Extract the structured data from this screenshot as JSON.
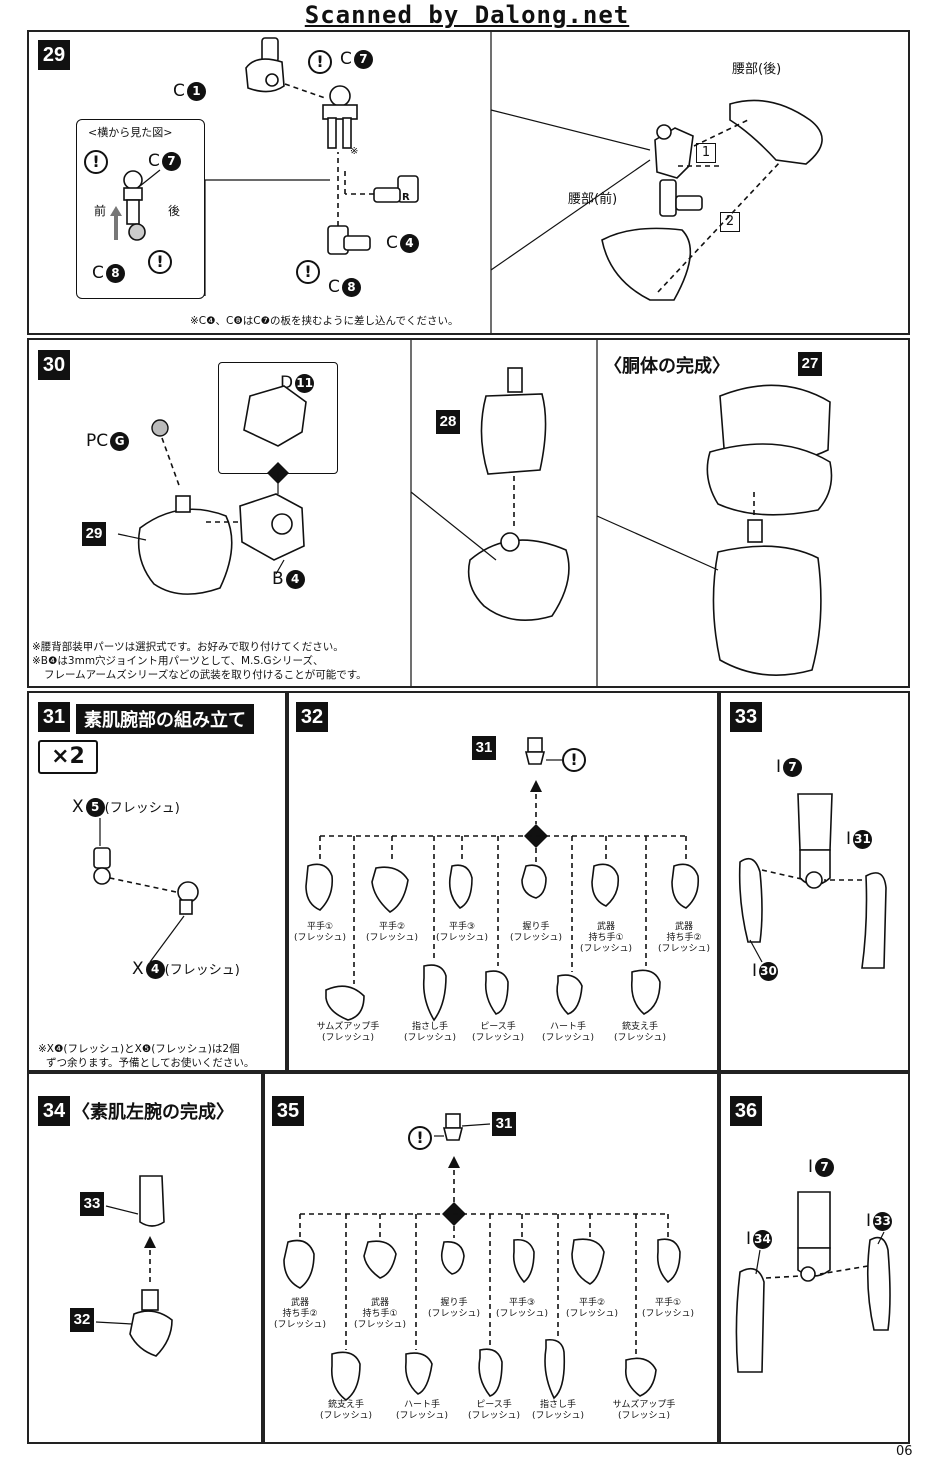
{
  "header": {
    "scan_credit": "Scanned by Dalong.net"
  },
  "page_number": "06",
  "step29": {
    "number": "29",
    "side_view_title": "<横から見た図>",
    "front": "前",
    "back": "後",
    "labels": {
      "c1": "C",
      "c7": "C",
      "c4": "C",
      "c8": "C",
      "asterisk": "※"
    },
    "circles": {
      "one": "1",
      "seven": "7",
      "four": "4",
      "eight": "8"
    },
    "waist_back": "腰部(後)",
    "waist_front": "腰部(前)",
    "seq1": "1",
    "seq2": "2",
    "r_mark": "R",
    "note": "※C❹、C❽はC❼の板を挟むように差し込んでください。"
  },
  "step30": {
    "number": "30",
    "pc_label": "PC",
    "pc_code": "G",
    "d_label": "D",
    "d_code": "11",
    "b_label": "B",
    "b_code": "4",
    "ref29": "29",
    "ref28": "28",
    "ref27": "27",
    "torso_title": "〈胴体の完成〉",
    "notes": [
      "※腰背部装甲パーツは選択式です。お好みで取り付けてください。",
      "※B❹は3mm穴ジョイント用パーツとして、M.S.Gシリーズ、",
      "フレームアームズシリーズなどの武装を取り付けることが可能です。"
    ]
  },
  "step31": {
    "number": "31",
    "title": "素肌腕部の組み立て",
    "multiplier": "×2",
    "x5_label": "X",
    "x5_code": "5",
    "x5_suffix": "(フレッシュ)",
    "x4_label": "X",
    "x4_code": "4",
    "x4_suffix": "(フレッシュ)",
    "note_line1": "※X❹(フレッシュ)とX❺(フレッシュ)は2個",
    "note_line2": "ずつ余ります。予備としてお使いください。"
  },
  "step32": {
    "number": "32",
    "ref31": "31",
    "hands_top": [
      {
        "name": "平手①",
        "color": "(フレッシュ)"
      },
      {
        "name": "平手②",
        "color": "(フレッシュ)"
      },
      {
        "name": "平手③",
        "color": "(フレッシュ)"
      },
      {
        "name": "握り手",
        "color": "(フレッシュ)"
      },
      {
        "name": "武器\n持ち手①",
        "color": "(フレッシュ)"
      },
      {
        "name": "武器\n持ち手②",
        "color": "(フレッシュ)"
      }
    ],
    "hands_bottom": [
      {
        "name": "サムズアップ手",
        "color": "(フレッシュ)"
      },
      {
        "name": "指さし手",
        "color": "(フレッシュ)"
      },
      {
        "name": "ピース手",
        "color": "(フレッシュ)"
      },
      {
        "name": "ハート手",
        "color": "(フレッシュ)"
      },
      {
        "name": "銃支え手",
        "color": "(フレッシュ)"
      }
    ]
  },
  "step33": {
    "number": "33",
    "i7_label": "I",
    "i7_code": "7",
    "i31_label": "I",
    "i31_code": "31",
    "i30_label": "I",
    "i30_code": "30"
  },
  "step34": {
    "number": "34",
    "title": "〈素肌左腕の完成〉",
    "ref33": "33",
    "ref32": "32"
  },
  "step35": {
    "number": "35",
    "ref31": "31",
    "hands_top": [
      {
        "name": "武器\n持ち手②",
        "color": "(フレッシュ)"
      },
      {
        "name": "武器\n持ち手①",
        "color": "(フレッシュ)"
      },
      {
        "name": "握り手",
        "color": "(フレッシュ)"
      },
      {
        "name": "平手③",
        "color": "(フレッシュ)"
      },
      {
        "name": "平手②",
        "color": "(フレッシュ)"
      },
      {
        "name": "平手①",
        "color": "(フレッシュ)"
      }
    ],
    "hands_bottom": [
      {
        "name": "銃支え手",
        "color": "(フレッシュ)"
      },
      {
        "name": "ハート手",
        "color": "(フレッシュ)"
      },
      {
        "name": "ピース手",
        "color": "(フレッシュ)"
      },
      {
        "name": "指さし手",
        "color": "(フレッシュ)"
      },
      {
        "name": "サムズアップ手",
        "color": "(フレッシュ)"
      }
    ]
  },
  "step36": {
    "number": "36",
    "i7_label": "I",
    "i7_code": "7",
    "i34_label": "I",
    "i34_code": "34",
    "i33_label": "I",
    "i33_code": "33"
  },
  "icons": {
    "caution": "!",
    "swap": "⇄"
  }
}
